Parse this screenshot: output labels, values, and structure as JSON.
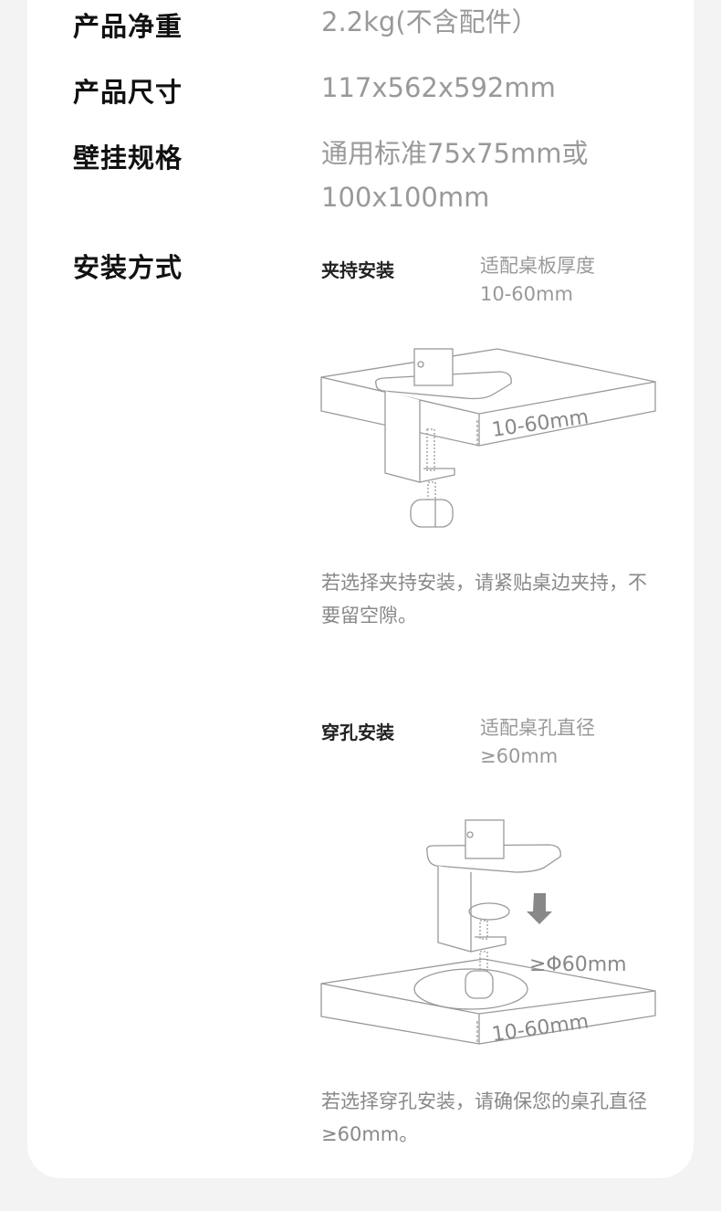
{
  "specs": [
    {
      "label": "产品净重",
      "value": "2.2kg(不含配件）"
    },
    {
      "label": "产品尺寸",
      "value": "117x562x592mm"
    },
    {
      "label": "壁挂规格",
      "value": "通用标准75x75mm或100x100mm"
    },
    {
      "label": "安装方式"
    }
  ],
  "install": [
    {
      "title": "夹持安装",
      "spec_line1": "适配桌板厚度",
      "spec_line2": "10-60mm",
      "diagram_label": "10-60mm",
      "note": "若选择夹持安装，请紧贴桌边夹持，不要留空隙。"
    },
    {
      "title": "穿孔安装",
      "spec_line1": "适配桌孔直径",
      "spec_line2": "≥60mm",
      "diagram_label": "10-60mm",
      "diagram_hole_label": "≥Φ60mm",
      "note": "若选择穿孔安装，请确保您的桌孔直径≥60mm。"
    }
  ]
}
